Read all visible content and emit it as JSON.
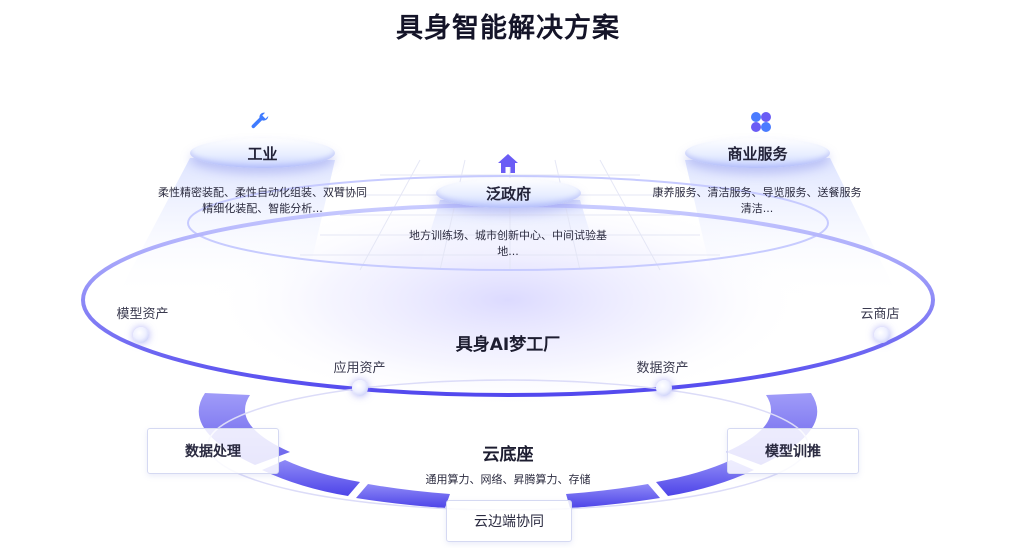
{
  "title": "具身智能解决方案",
  "colors": {
    "accent": "#5b55f0",
    "accent_light": "#c9ccff",
    "icon_blue": "#4a7bff",
    "icon_purple": "#6a5cf5"
  },
  "top_nodes": {
    "industry": {
      "label": "工业",
      "icon": "wrench-icon",
      "desc_line1": "柔性精密装配、柔性自动化组装、双臂协同",
      "desc_line2": "精细化装配、智能分析..."
    },
    "government": {
      "label": "泛政府",
      "icon": "house-icon",
      "desc_line1": "地方训练场、城市创新中心、中间试验基",
      "desc_line2": "地..."
    },
    "commerce": {
      "label": "商业服务",
      "icon": "four-petal-icon",
      "desc_line1": "康养服务、清洁服务、导览服务、送餐服务",
      "desc_line2": "清洁..."
    }
  },
  "factory": {
    "title": "具身AI梦工厂",
    "assets": {
      "model": "模型资产",
      "store": "云商店",
      "app": "应用资产",
      "data": "数据资产"
    }
  },
  "cloud_base": {
    "title": "云底座",
    "subtitle": "通用算力、网络、昇腾算力、存储",
    "left_box": "数据处理",
    "right_box": "模型训推",
    "bottom_box": "云边端协同"
  }
}
